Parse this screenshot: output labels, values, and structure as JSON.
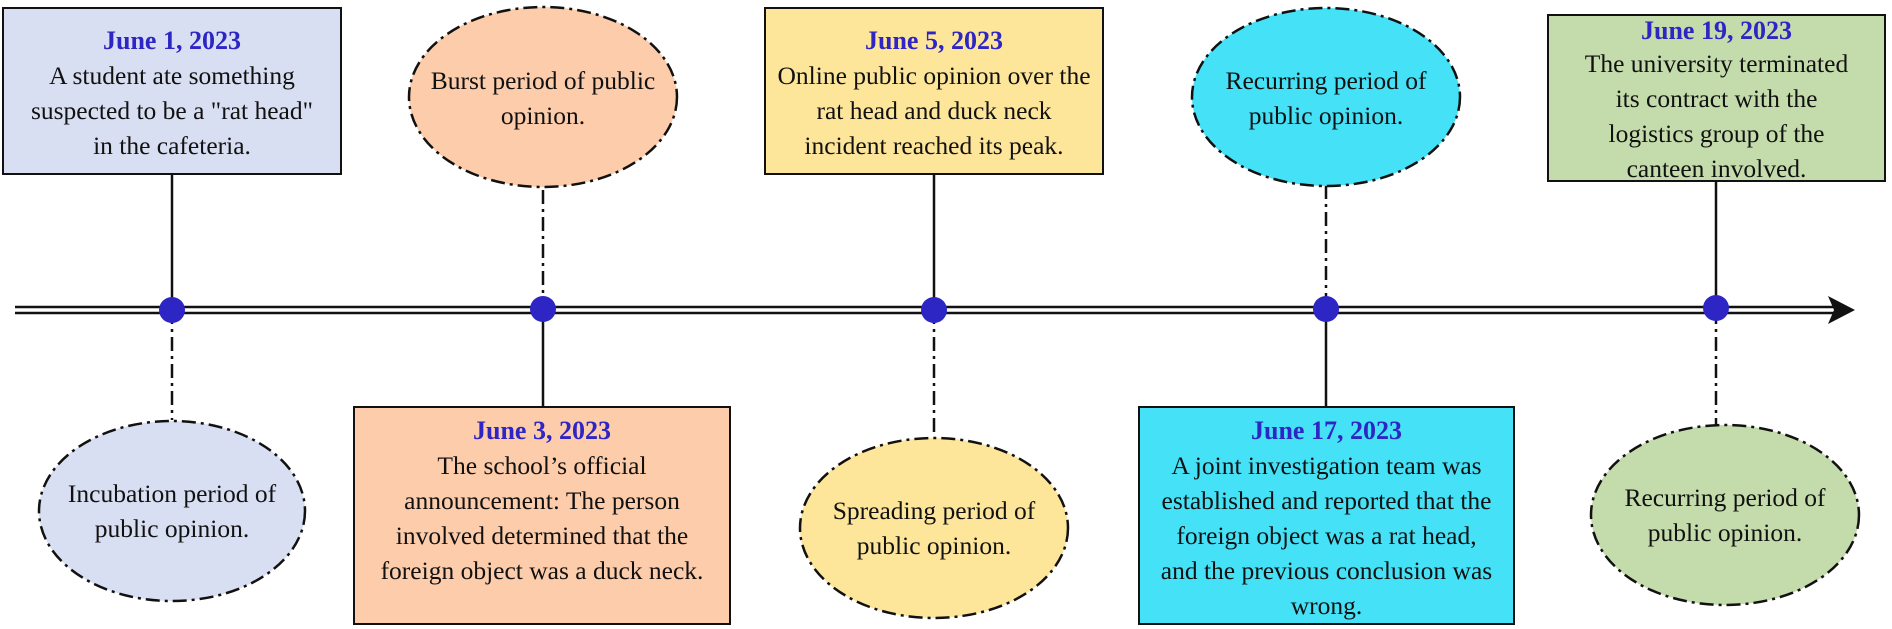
{
  "colors": {
    "lavender": "#d9dff2",
    "peach": "#fcccab",
    "yellow": "#fde69a",
    "cyan": "#44e1f7",
    "green": "#c4dbac",
    "date_blue": "#2e26c4",
    "node_blue": "#2e26c4"
  },
  "top": {
    "box_jun1": {
      "date": "June 1, 2023",
      "text": "A student ate something suspected to be a \"rat head\" in the cafeteria."
    },
    "ellipse_burst": {
      "text": "Burst period of public opinion."
    },
    "box_jun5": {
      "date": "June 5, 2023",
      "text": "Online public opinion over the rat head and duck neck incident reached its peak."
    },
    "ellipse_recurring1": {
      "text": "Recurring period of public opinion."
    },
    "box_jun19": {
      "date": "June 19, 2023",
      "text": "The university terminated its contract with the logistics group of the canteen involved."
    }
  },
  "bottom": {
    "ellipse_incubation": {
      "text": "Incubation period of public opinion."
    },
    "box_jun3": {
      "date": "June 3, 2023",
      "text": "The school’s official announcement: The person involved determined that the foreign object was a duck neck."
    },
    "ellipse_spreading": {
      "text": "Spreading period of public opinion."
    },
    "box_jun17": {
      "date": "June 17, 2023",
      "text": "A joint investigation team was established and reported that the foreign object was a rat head, and the previous conclusion was wrong."
    },
    "ellipse_recurring2": {
      "text": "Recurring period of public opinion."
    }
  }
}
